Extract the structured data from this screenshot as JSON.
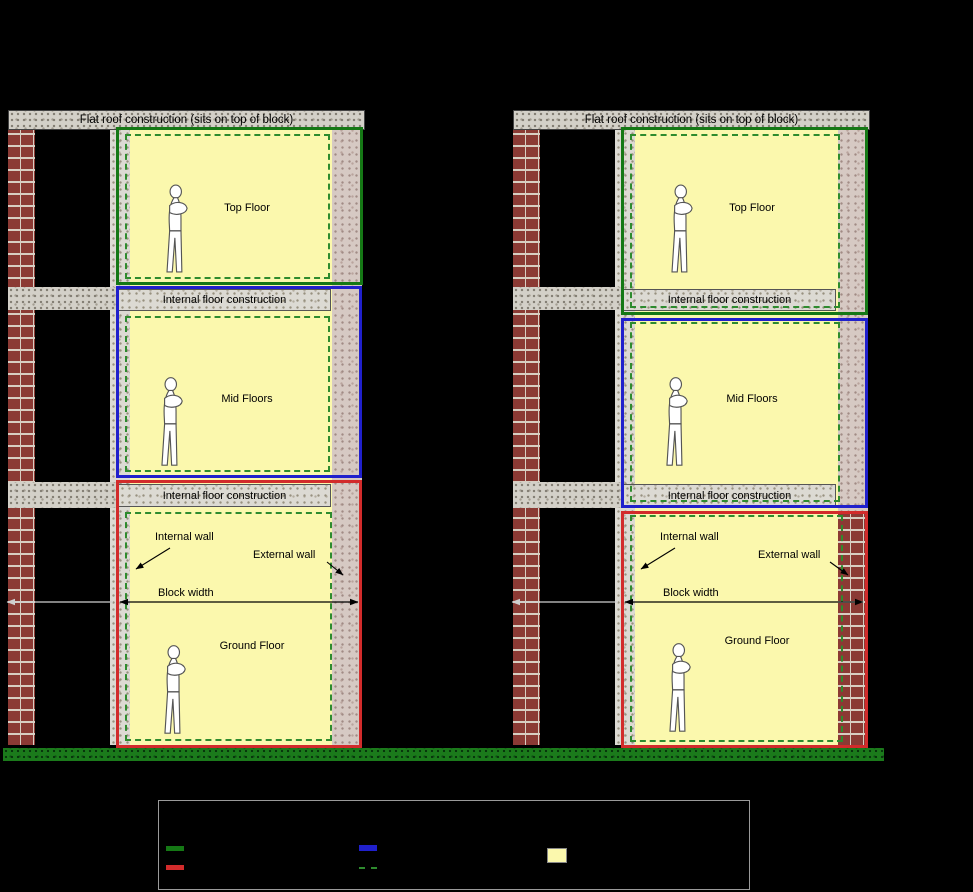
{
  "colors": {
    "background": "#000000",
    "room_fill": "#FBF8AD",
    "top_floor_outline_green": "#157815",
    "mid_floor_outline_blue": "#2020CC",
    "ground_floor_outline_red": "#D22B2B",
    "internal_dashed_green": "#2E8B2E",
    "ground_strip_green": "#1B7A1B",
    "brick": "#8B3A34",
    "block_gray": "#DCDAD3"
  },
  "diagrams": [
    {
      "id": "left",
      "roof_label": "Flat roof construction (sits on top of block)",
      "floors": {
        "top": "Top Floor",
        "mid": "Mid Floors",
        "ground": "Ground Floor"
      },
      "internal_floor_label": "Internal floor construction",
      "annotations": {
        "internal_wall": "Internal wall",
        "external_wall": "External wall",
        "block_width": "Block width"
      }
    },
    {
      "id": "right",
      "roof_label": "Flat roof construction (sits on top of block)",
      "floors": {
        "top": "Top Floor",
        "mid": "Mid Floors",
        "ground": "Ground Floor"
      },
      "internal_floor_label": "Internal floor construction",
      "annotations": {
        "internal_wall": "Internal wall",
        "external_wall": "External wall",
        "block_width": "Block width"
      }
    }
  ],
  "legend": {
    "items": [
      {
        "swatch": "green-solid",
        "color": "#157815"
      },
      {
        "swatch": "red-solid",
        "color": "#D22B2B"
      },
      {
        "swatch": "blue-solid",
        "color": "#2020CC"
      },
      {
        "swatch": "green-dashed",
        "color": "#2E8B2E"
      },
      {
        "swatch": "yellow-fill",
        "color": "#FBF8AD"
      }
    ]
  }
}
